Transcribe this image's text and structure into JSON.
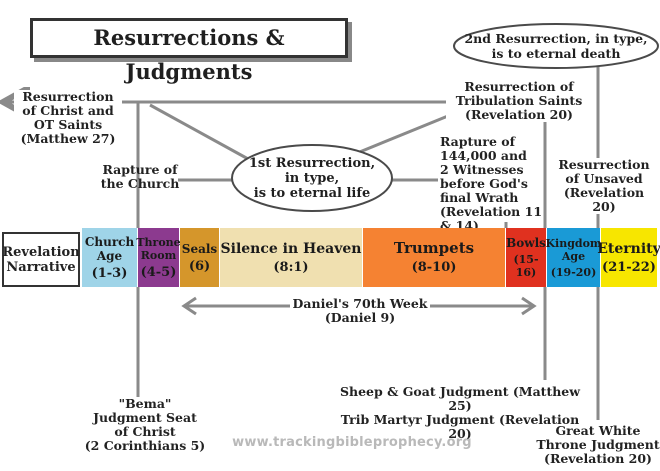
{
  "title": "Resurrections & Judgments",
  "ellipses": {
    "first_resurrection": "1st Resurrection,\nin type,\nis to eternal life",
    "second_resurrection": "2nd Resurrection, in type,\nis to eternal death"
  },
  "labels": {
    "resurrection_christ": "Resurrection\nof  Christ and\nOT Saints\n(Matthew 27)",
    "rapture_church": "Rapture of\nthe Church",
    "resurrection_trib_saints": "Resurrection of\nTribulation Saints\n(Revelation 20)",
    "rapture_144000": "Rapture of\n144,000 and\n2 Witnesses\nbefore God's\nfinal Wrath\n(Revelation 11 & 14)",
    "resurrection_unsaved": "Resurrection\nof Unsaved\n(Revelation 20)",
    "daniels_week": "Daniel's 70th Week\n(Daniel 9)",
    "bema": "\"Bema\"\nJudgment Seat\nof Christ\n(2 Corinthians 5)",
    "sheep_goat": "Sheep & Goat Judgment (Matthew 25)\nTrib Martyr Judgment (Revelation 20)",
    "great_white_throne": "Great White\nThrone Judgment\n(Revelation 20)"
  },
  "timeline": [
    {
      "title": "Revelation\nNarrative",
      "ref": "",
      "color": "#ffffff",
      "text_color": "#222222"
    },
    {
      "title": "Church\nAge",
      "ref": "(1-3)",
      "color": "#9fd4e8",
      "text_color": "#1a1a1a"
    },
    {
      "title": "Throne\nRoom",
      "ref": "(4-5)",
      "color": "#8c3a8f",
      "text_color": "#1a1a1a"
    },
    {
      "title": "Seals",
      "ref": "(6)",
      "color": "#d5962b",
      "text_color": "#1a1a1a"
    },
    {
      "title": "Silence in Heaven",
      "ref": "(8:1)",
      "color": "#f0e0b0",
      "text_color": "#1a1a1a"
    },
    {
      "title": "Trumpets",
      "ref": "(8-10)",
      "color": "#f58232",
      "text_color": "#1a1a1a"
    },
    {
      "title": "Bowls",
      "ref": "(15-16)",
      "color": "#e0311f",
      "text_color": "#1a1a1a"
    },
    {
      "title": "Kingdom\nAge",
      "ref": "(19-20)",
      "color": "#1a9ad6",
      "text_color": "#1a1a1a"
    },
    {
      "title": "Eternity",
      "ref": "(21-22)",
      "color": "#f7e600",
      "text_color": "#1a1a1a"
    }
  ],
  "watermark": "www.trackingbibleprophecy.org",
  "colors": {
    "line": "#8a8a8a",
    "border": "#333333"
  }
}
